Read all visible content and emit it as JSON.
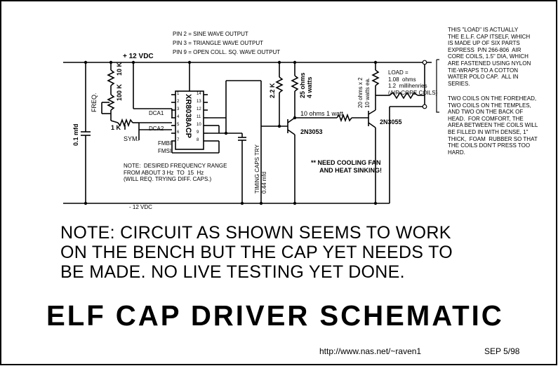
{
  "supply": {
    "pos": "+ 12 VDC",
    "neg": "- 12 VDC"
  },
  "pins": [
    "PIN  2  =  SINE WAVE OUTPUT",
    "PIN  3  =  TRIANGLE WAVE OUTPUT",
    "PIN  9  =  OPEN COLL. SQ. WAVE OUTPUT"
  ],
  "components": {
    "cap_01": "0.1 mfd",
    "freq": "FREQ.",
    "pot_100k": "100 K",
    "res_10k": "10 K",
    "pot_1k": "1 K",
    "sym": "SYM.",
    "dca1": "DCA1",
    "dca2": "DCA2",
    "fmbi": "FMBI",
    "fmsi": "FMSI",
    "ic": "XR8038ACP",
    "pin_left": [
      "1",
      "2",
      "3",
      "4",
      "5",
      "6",
      "7"
    ],
    "pin_right": [
      "14",
      "13",
      "12",
      "11",
      "10",
      "9",
      "8"
    ],
    "timing_caps": "TIMING CAPS TRY",
    "timing_value": "0.44 mfd",
    "res_22k": "2.2 K",
    "res_25ohm": "25 ohms",
    "res_25ohm_w": "4 watts",
    "res_10ohm": "10 ohms   1 watt",
    "q1": "2N3053",
    "q2": "2N3055",
    "res_20ohm": "20 ohms x 2",
    "res_20ohm_w": "10 watts ea.",
    "load": "LOAD =\n1.08  ohms\n1.2  millihenries\n(AIR CORE COILS)"
  },
  "notes": {
    "freq_range": "NOTE:  DESIRED FREQUENCY RANGE\nFROM ABOUT 3 Hz  TO  15  Hz\n(WILL REQ. TRYING DIFF. CAPS.)",
    "cooling": "** NEED COOLING FAN\n     AND HEAT SINKING!",
    "load_desc": "THIS \"LOAD\" IS ACTUALLY\nTHE E.L.F. CAP ITSELF, WHICH\nIS MADE UP OF SIX PARTS\nEXPRESS  P/N 266-806  AIR\nCORE COILS, 1.5\" DIA, WHICH\nARE FASTENED USING NYLON\nTIE-WRAPS TO A COTTON\nWATER POLO CAP.  ALL IN\nSERIES.",
    "coils_desc": "TWO COILS ON THE FOREHEAD,\nTWO COILS ON THE TEMPLES,\nAND TWO ON THE BACK OF\nHEAD.  FOR COMFORT, THE\nAREA BETWEEN THE COILS WILL\nBE FILLED IN WITH DENSE, 1\"\nTHICK,  FOAM  RUBBER SO THAT\nTHE COILS DON'T PRESS TOO\nHARD.",
    "big_note": [
      "NOTE:  CIRCUIT AS SHOWN SEEMS TO WORK",
      "ON THE BENCH BUT THE CAP YET NEEDS TO",
      "BE MADE.  NO LIVE TESTING YET DONE."
    ]
  },
  "title": "ELF  CAP  DRIVER  SCHEMATIC",
  "footer": {
    "url": "http://www.nas.net/~raven1",
    "date": "SEP  5/98"
  }
}
